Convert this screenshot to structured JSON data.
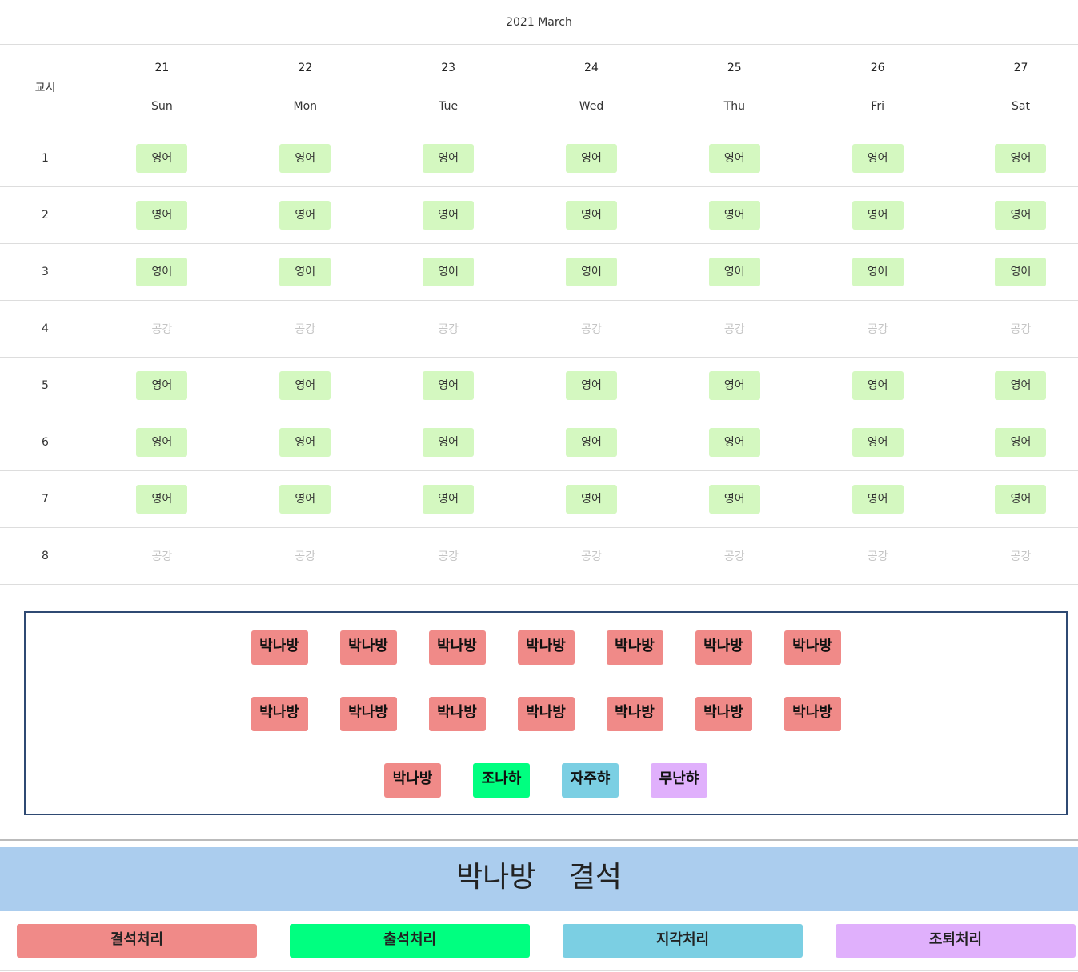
{
  "calendar": {
    "title": "2021 March",
    "period_header": "교시",
    "days": [
      {
        "date": "21",
        "name": "Sun"
      },
      {
        "date": "22",
        "name": "Mon"
      },
      {
        "date": "23",
        "name": "Tue"
      },
      {
        "date": "24",
        "name": "Wed"
      },
      {
        "date": "25",
        "name": "Thu"
      },
      {
        "date": "26",
        "name": "Fri"
      },
      {
        "date": "27",
        "name": "Sat"
      }
    ],
    "periods": [
      {
        "num": "1",
        "cells": [
          "영어",
          "영어",
          "영어",
          "영어",
          "영어",
          "영어",
          "영어"
        ],
        "free": false
      },
      {
        "num": "2",
        "cells": [
          "영어",
          "영어",
          "영어",
          "영어",
          "영어",
          "영어",
          "영어"
        ],
        "free": false
      },
      {
        "num": "3",
        "cells": [
          "영어",
          "영어",
          "영어",
          "영어",
          "영어",
          "영어",
          "영어"
        ],
        "free": false
      },
      {
        "num": "4",
        "cells": [
          "공강",
          "공강",
          "공강",
          "공강",
          "공강",
          "공강",
          "공강"
        ],
        "free": true
      },
      {
        "num": "5",
        "cells": [
          "영어",
          "영어",
          "영어",
          "영어",
          "영어",
          "영어",
          "영어"
        ],
        "free": false
      },
      {
        "num": "6",
        "cells": [
          "영어",
          "영어",
          "영어",
          "영어",
          "영어",
          "영어",
          "영어"
        ],
        "free": false
      },
      {
        "num": "7",
        "cells": [
          "영어",
          "영어",
          "영어",
          "영어",
          "영어",
          "영어",
          "영어"
        ],
        "free": false
      },
      {
        "num": "8",
        "cells": [
          "공강",
          "공강",
          "공강",
          "공강",
          "공강",
          "공강",
          "공강"
        ],
        "free": true
      }
    ]
  },
  "students": {
    "rows": [
      [
        {
          "name": "박나방",
          "status": "absent"
        },
        {
          "name": "박나방",
          "status": "absent"
        },
        {
          "name": "박나방",
          "status": "absent"
        },
        {
          "name": "박나방",
          "status": "absent"
        },
        {
          "name": "박나방",
          "status": "absent"
        },
        {
          "name": "박나방",
          "status": "absent"
        },
        {
          "name": "박나방",
          "status": "absent"
        }
      ],
      [
        {
          "name": "박나방",
          "status": "absent"
        },
        {
          "name": "박나방",
          "status": "absent"
        },
        {
          "name": "박나방",
          "status": "absent"
        },
        {
          "name": "박나방",
          "status": "absent"
        },
        {
          "name": "박나방",
          "status": "absent"
        },
        {
          "name": "박나방",
          "status": "absent"
        },
        {
          "name": "박나방",
          "status": "absent"
        }
      ],
      [
        {
          "name": "박나방",
          "status": "absent"
        },
        {
          "name": "조나하",
          "status": "present"
        },
        {
          "name": "자주햐",
          "status": "late"
        },
        {
          "name": "무난햐",
          "status": "early_leave"
        }
      ]
    ],
    "status_colors": {
      "absent": "#f08a88",
      "present": "#00ff80",
      "late": "#7bcfe3",
      "early_leave": "#e0b0fc"
    }
  },
  "selected": {
    "name": "박나방",
    "status": "결석",
    "banner_color": "#abcdee"
  },
  "actions": [
    {
      "label": "결석처리",
      "color": "#f08a88"
    },
    {
      "label": "출석처리",
      "color": "#00ff80"
    },
    {
      "label": "지각처리",
      "color": "#7bcfe3"
    },
    {
      "label": "조퇴처리",
      "color": "#e0b0fc"
    }
  ]
}
